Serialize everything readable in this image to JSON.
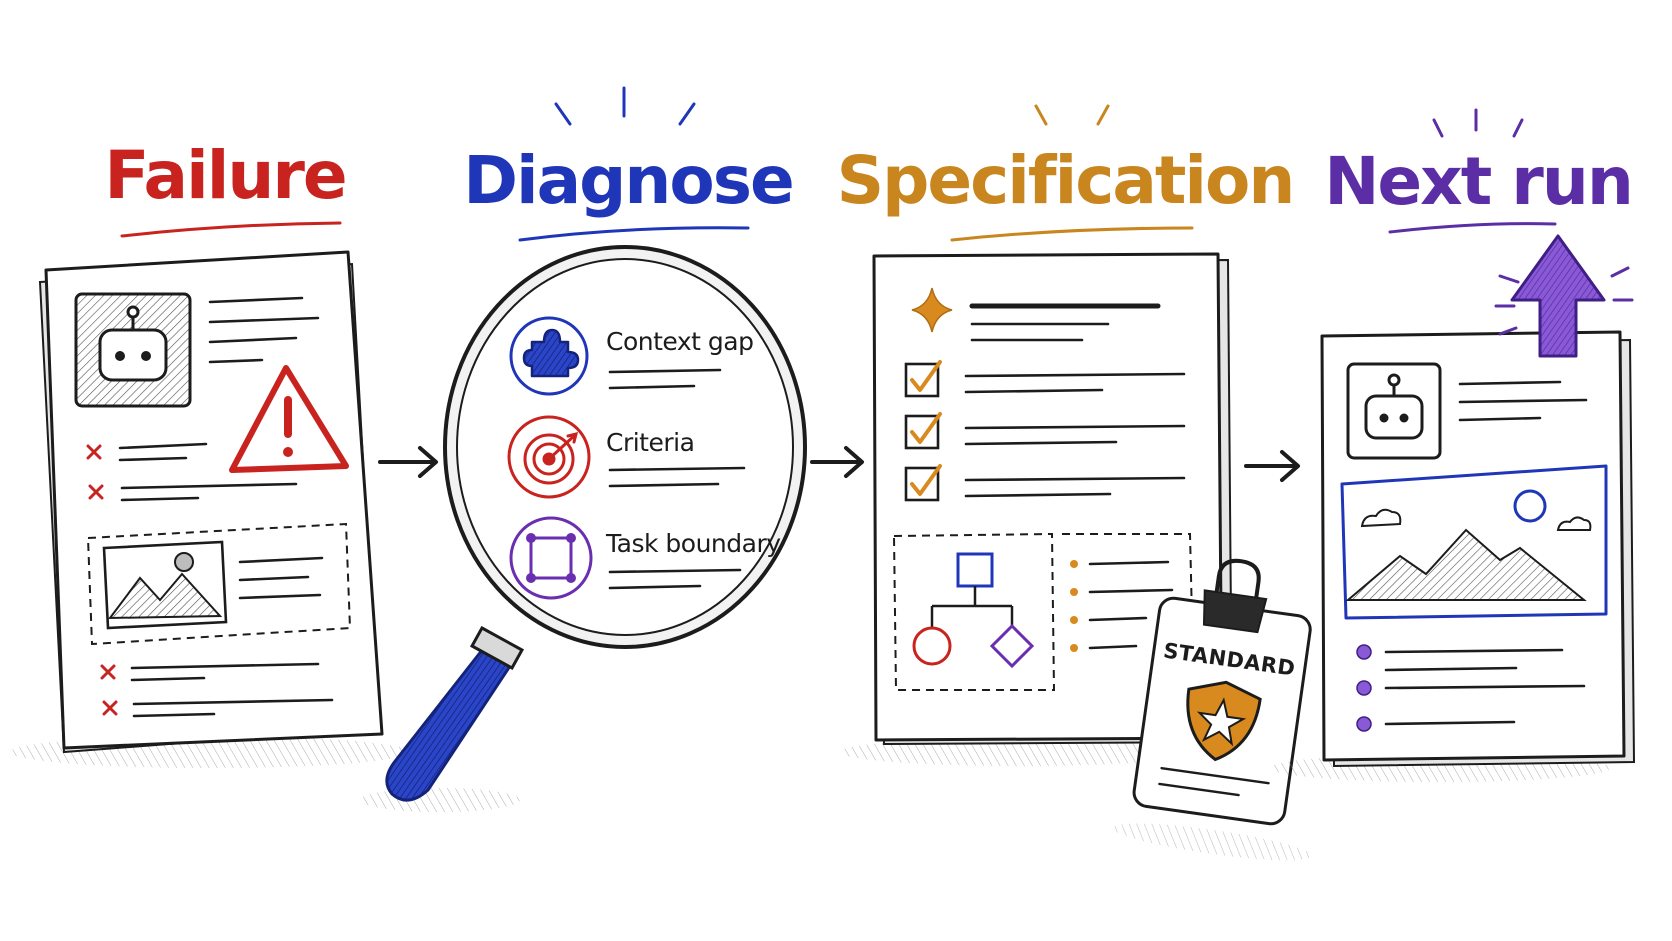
{
  "stages": [
    {
      "title": "Failure",
      "color": "#c8231f",
      "icons": [
        "robot-icon",
        "warning-icon",
        "x-mark-icon",
        "image-placeholder-icon"
      ]
    },
    {
      "title": "Diagnose",
      "color": "#2036b8",
      "icons": [
        "magnifying-glass-icon"
      ],
      "items": [
        {
          "label": "Context gap",
          "icon": "puzzle-icon",
          "color": "#2036b8"
        },
        {
          "label": "Criteria",
          "icon": "target-icon",
          "color": "#c8231f"
        },
        {
          "label": "Task boundary",
          "icon": "boundary-icon",
          "color": "#6a2fb0"
        }
      ]
    },
    {
      "title": "Specification",
      "color": "#c9861e",
      "icons": [
        "sparkle-icon",
        "checkbox-icon",
        "flowchart-icon",
        "clipboard-clip-icon",
        "shield-star-icon"
      ],
      "badge": "STANDARD"
    },
    {
      "title": "Next run",
      "color": "#5b2ea6",
      "icons": [
        "up-arrow-icon",
        "robot-icon",
        "image-icon"
      ]
    }
  ],
  "colors": {
    "ink": "#1c1c1c",
    "failure": "#c8231f",
    "diagnose": "#2036b8",
    "spec": "#c9861e",
    "next": "#5b2ea6",
    "accent_orange": "#d98a1e"
  }
}
